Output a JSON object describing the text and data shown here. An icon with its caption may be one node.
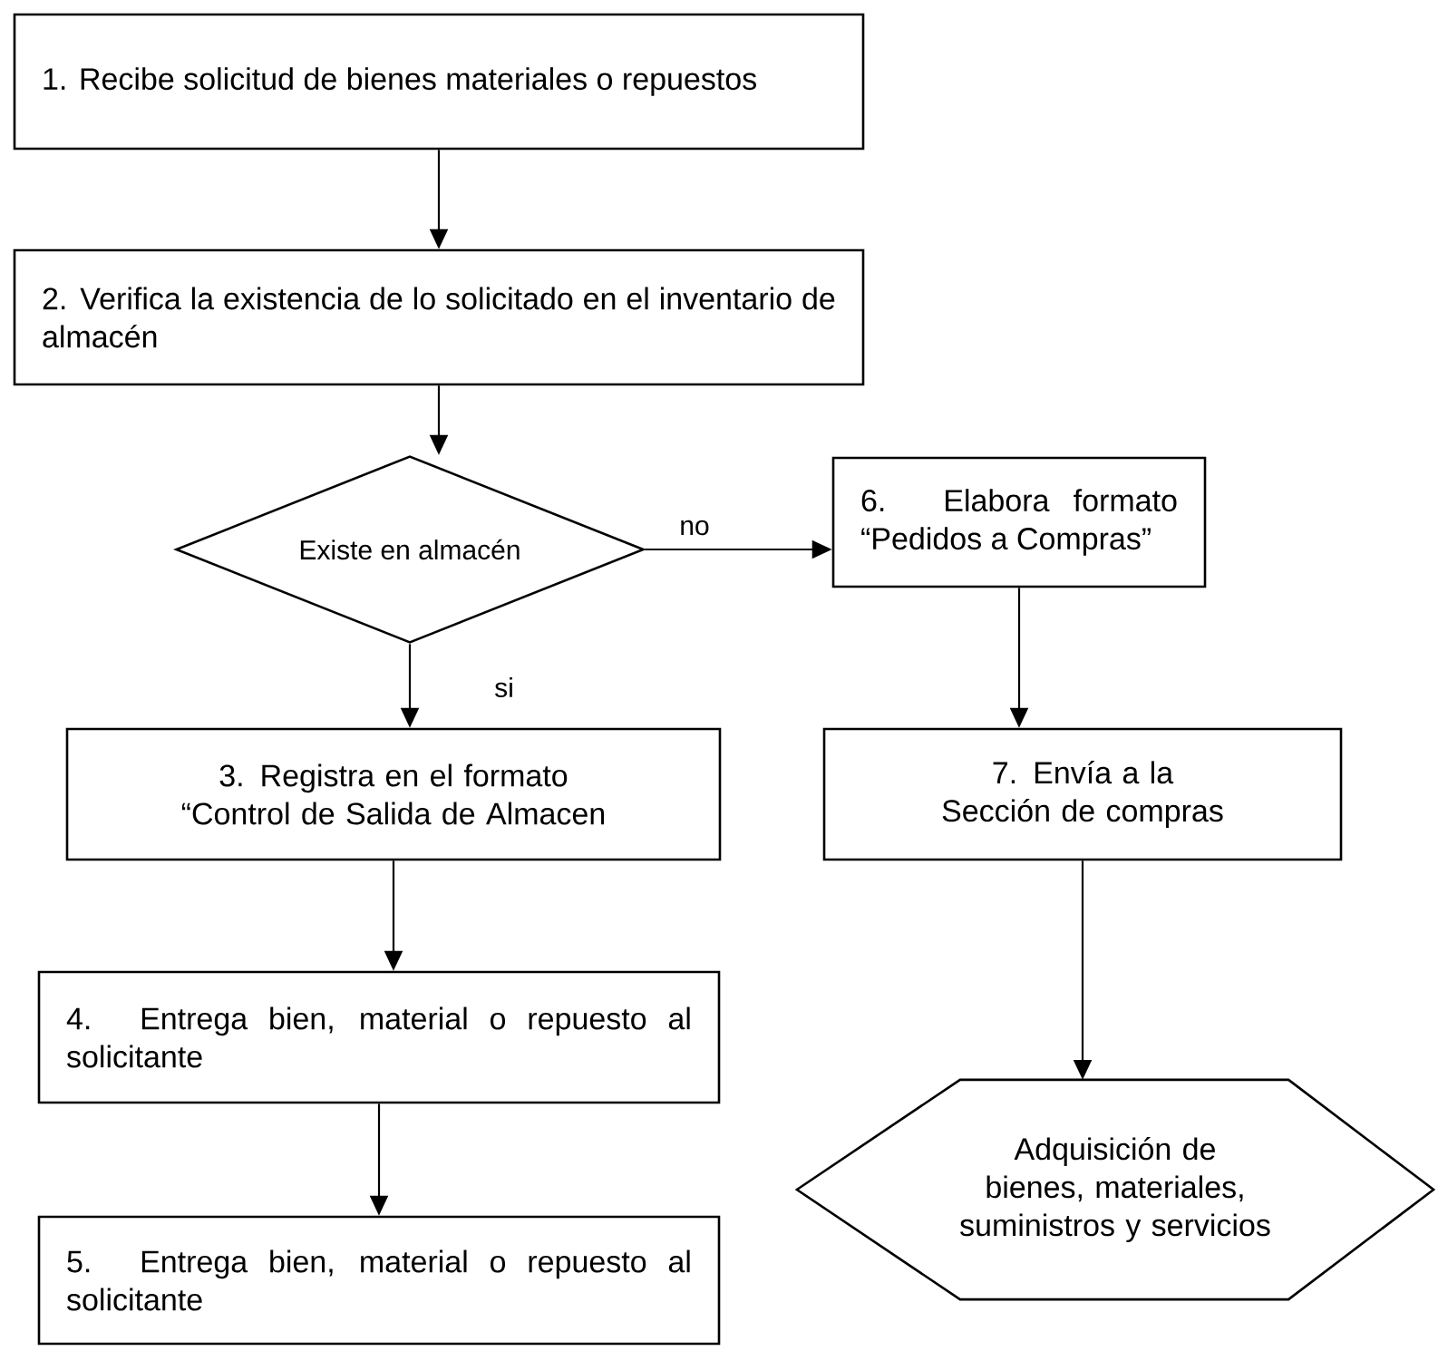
{
  "diagram": {
    "nodes": [
      {
        "text": [
          "1. Recibe solicitud de bienes materiales o repuestos"
        ]
      },
      {
        "text": [
          "2. Verifica la existencia de lo solicitado en el inventario de almacén"
        ]
      },
      {
        "text": [
          "Existe en almacén"
        ]
      },
      {
        "text": [
          "6. Elabora formato “Pedidos a Compras”"
        ]
      },
      {
        "text": [
          "3. Registra en el formato “Control de Salida de Almacen"
        ]
      },
      {
        "text": [
          "7. Envía a la Sección de compras"
        ]
      },
      {
        "text": [
          "4. Entrega bien, material o repuesto al solicitante"
        ]
      },
      {
        "text": [
          "5. Entrega bien, material o repuesto al solicitante"
        ]
      },
      {
        "text": [
          "Adquisición de bienes, materiales, suministros y servicios"
        ]
      }
    ],
    "edges": [
      {
        "from": 0,
        "to": 1,
        "arrow": "to"
      },
      {
        "from": 1,
        "to": 2,
        "arrow": "to"
      },
      {
        "from": 2,
        "to": 3,
        "arrow": "to",
        "label": "no"
      },
      {
        "from": 2,
        "to": 4,
        "arrow": "to",
        "label": "si"
      },
      {
        "from": 3,
        "to": 5,
        "arrow": "to"
      },
      {
        "from": 4,
        "to": 6,
        "arrow": "to"
      },
      {
        "from": 6,
        "to": 7,
        "arrow": "to"
      },
      {
        "from": 5,
        "to": 8,
        "arrow": "to"
      }
    ]
  }
}
